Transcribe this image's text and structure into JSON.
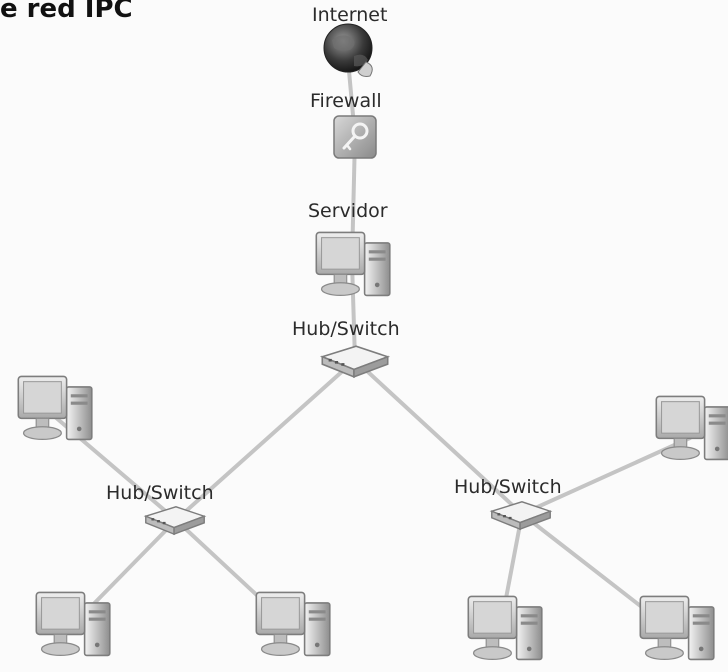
{
  "page": {
    "heading_fragment": "e red IPC"
  },
  "diagram": {
    "nodes": {
      "internet": {
        "label": "Internet",
        "icon": "globe-icon"
      },
      "firewall": {
        "label": "Firewall",
        "icon": "key-icon"
      },
      "servidor": {
        "label": "Servidor",
        "icon": "server-computer-icon"
      },
      "main_switch": {
        "label": "Hub/Switch",
        "icon": "switch-icon"
      },
      "left_switch": {
        "label": "Hub/Switch",
        "icon": "switch-icon"
      },
      "right_switch": {
        "label": "Hub/Switch",
        "icon": "switch-icon"
      },
      "pc_top_left": {
        "icon": "computer-icon"
      },
      "pc_top_right": {
        "icon": "computer-icon"
      },
      "pc_bottom_1": {
        "icon": "computer-icon"
      },
      "pc_bottom_2": {
        "icon": "computer-icon"
      },
      "pc_bottom_3": {
        "icon": "computer-icon"
      },
      "pc_bottom_4": {
        "icon": "computer-icon"
      }
    },
    "connections": [
      [
        "internet",
        "firewall"
      ],
      [
        "firewall",
        "servidor"
      ],
      [
        "servidor",
        "main_switch"
      ],
      [
        "main_switch",
        "left_switch"
      ],
      [
        "main_switch",
        "right_switch"
      ],
      [
        "left_switch",
        "pc_top_left"
      ],
      [
        "left_switch",
        "pc_bottom_1"
      ],
      [
        "left_switch",
        "pc_bottom_2"
      ],
      [
        "right_switch",
        "pc_top_right"
      ],
      [
        "right_switch",
        "pc_bottom_3"
      ],
      [
        "right_switch",
        "pc_bottom_4"
      ]
    ],
    "colors": {
      "line": "#c4c4c4",
      "icon_gray": "#9a9a9a",
      "icon_light": "#e2e2e2",
      "text": "#2b2b2b"
    }
  }
}
